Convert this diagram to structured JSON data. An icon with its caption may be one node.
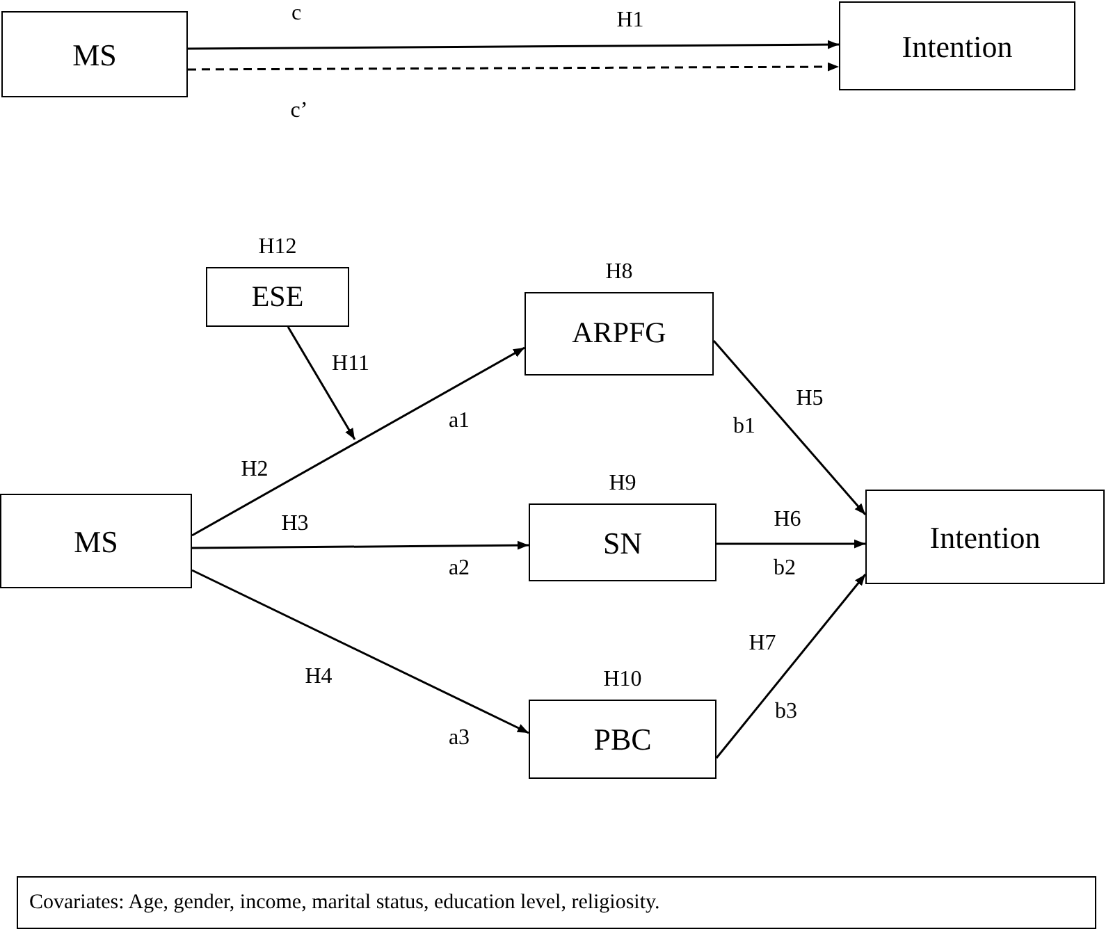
{
  "diagram": {
    "nodes": [
      {
        "text": [
          "MS"
        ]
      },
      {
        "text": [
          "Intention"
        ]
      },
      {
        "text": [
          "ESE"
        ],
        "beside": [
          "H12"
        ]
      },
      {
        "text": [
          "ARPFG"
        ],
        "beside": [
          "H8"
        ]
      },
      {
        "text": [
          "MS"
        ]
      },
      {
        "text": [
          "SN"
        ],
        "beside": [
          "H9"
        ]
      },
      {
        "text": [
          "Intention"
        ]
      },
      {
        "text": [
          "PBC"
        ],
        "beside": [
          "H10"
        ]
      },
      {
        "text": [
          "Covariates: Age, gender, income, marital status, education level, religiosity."
        ]
      }
    ],
    "edges": [
      {
        "from": 0,
        "to": 1,
        "arrow": "to",
        "label": "H1"
      },
      {
        "from": 0,
        "to": 1,
        "arrow": "to",
        "style": "dashed",
        "label": "c’"
      },
      {
        "from": 2,
        "to": null,
        "arrow": "to",
        "label": "H11"
      },
      {
        "from": 4,
        "to": 3,
        "arrow": "to",
        "label": "H2"
      },
      {
        "from": 4,
        "to": 5,
        "arrow": "to",
        "label": "H3"
      },
      {
        "from": 4,
        "to": 7,
        "arrow": "to",
        "label": "H4"
      },
      {
        "from": 3,
        "to": 6,
        "arrow": "to",
        "label": "H5"
      },
      {
        "from": 5,
        "to": 6,
        "arrow": "to",
        "label": "H6"
      },
      {
        "from": 7,
        "to": 6,
        "arrow": "to",
        "label": "H7"
      }
    ],
    "labels": [
      "c",
      "a1",
      "a2",
      "a3",
      "b1",
      "b2",
      "b3"
    ]
  }
}
